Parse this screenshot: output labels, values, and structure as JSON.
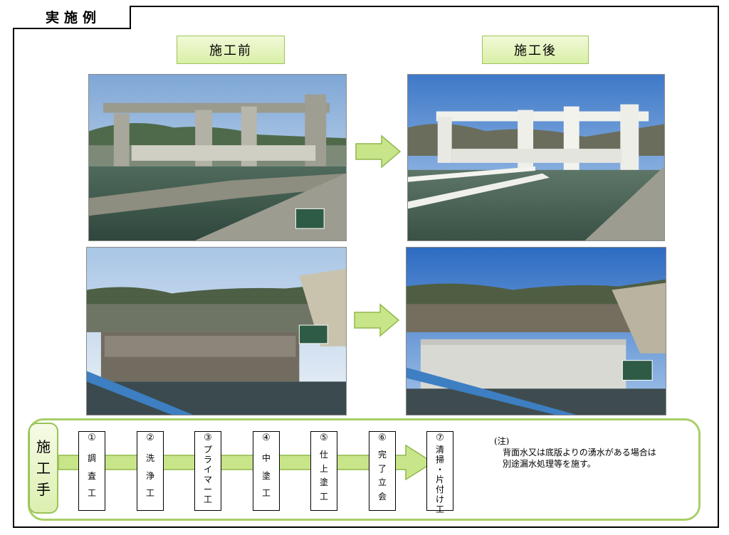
{
  "header": {
    "title": "実施例"
  },
  "labels": {
    "before": "施工前",
    "after": "施工後"
  },
  "photos": [
    {
      "name": "sluice-gate-before"
    },
    {
      "name": "sluice-gate-after"
    },
    {
      "name": "apron-before"
    },
    {
      "name": "apron-after"
    }
  ],
  "process": {
    "label": [
      "施",
      "工",
      "手"
    ],
    "steps": [
      {
        "num": "①",
        "chars": [
          "調",
          "査",
          "工"
        ]
      },
      {
        "num": "②",
        "chars": [
          "洗",
          "浄",
          "工"
        ]
      },
      {
        "num": "③",
        "chars": [
          "プ",
          "ラ",
          "イ",
          "マ",
          "ー",
          "工"
        ]
      },
      {
        "num": "④",
        "chars": [
          "中",
          "塗",
          "工"
        ]
      },
      {
        "num": "⑤",
        "chars": [
          "仕",
          "上",
          "塗",
          "工"
        ]
      },
      {
        "num": "⑥",
        "chars": [
          "完",
          "了",
          "立",
          "会"
        ]
      },
      {
        "num": "⑦",
        "chars": [
          "清",
          "掃",
          "・",
          "片",
          "付",
          "け",
          "工"
        ]
      }
    ],
    "note": {
      "head": "(注)",
      "line1": "背面水又は底版よりの湧水がある場合は",
      "line2": "別途漏水処理等を施す。"
    }
  },
  "colors": {
    "accent_green": "#a8cf68",
    "label_fill": "#d9efa6",
    "arrow_fill": "#c8e58a",
    "arrow_stroke": "#8fb94a"
  }
}
